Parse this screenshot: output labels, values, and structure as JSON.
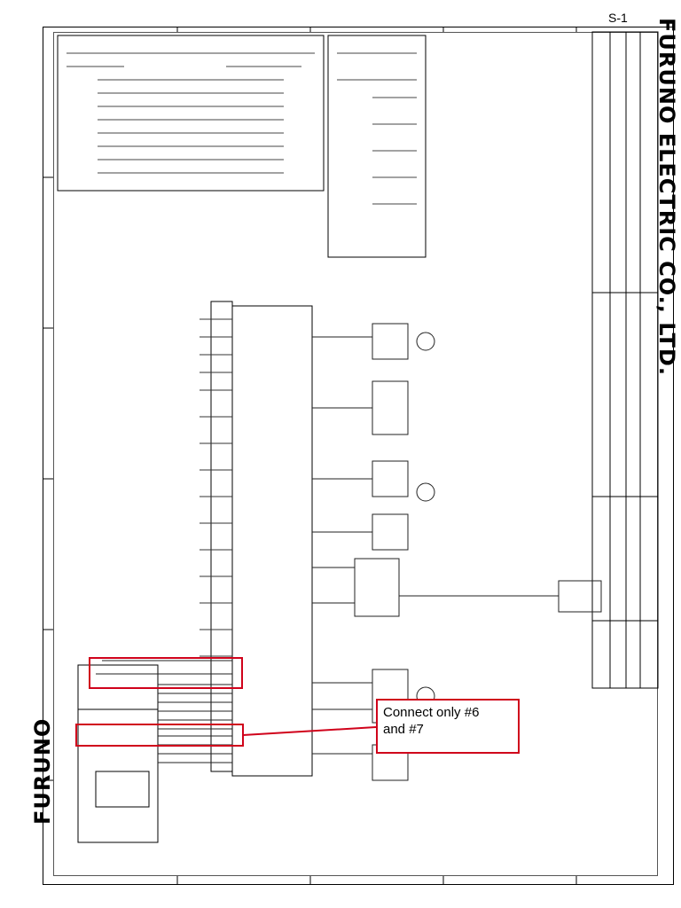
{
  "sheet_id": "S-1",
  "company": "FURUNO ELECTRIC CO., LTD.",
  "brand_logo": "FURUNO",
  "callout": {
    "line1": "Connect only #6",
    "line2": "and #7"
  },
  "colors": {
    "highlight": "#d0021b",
    "line": "#000000"
  }
}
